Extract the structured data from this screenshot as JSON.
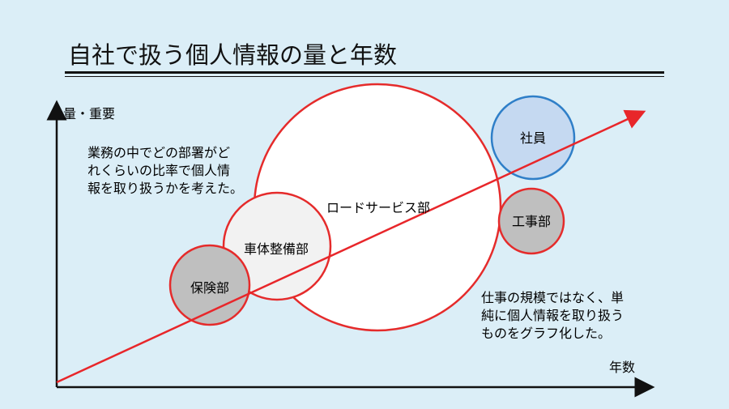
{
  "title": "自社で扱う個人情報の量と年数",
  "axes": {
    "y_label": "量・重要",
    "x_label": "年数"
  },
  "bubbles": [
    {
      "id": "road",
      "label": "ロードサービス部",
      "fill": "#ffffff",
      "stroke": "#e52b2b"
    },
    {
      "id": "shain",
      "label": "社員",
      "fill": "#c5d9f1",
      "stroke": "#2f7fc8"
    },
    {
      "id": "kouji",
      "label": "工事部",
      "fill": "#bfbfbf",
      "stroke": "#e52b2b"
    },
    {
      "id": "sharyo",
      "label": "車体整備部",
      "fill": "#f2f2f2",
      "stroke": "#e52b2b"
    },
    {
      "id": "hoken",
      "label": "保険部",
      "fill": "#bfbfbf",
      "stroke": "#e52b2b"
    }
  ],
  "notes": {
    "left": [
      "業務の中でどの部署がど",
      "れくらいの比率で個人情",
      "報を取り扱うかを考えた。"
    ],
    "right": [
      "仕事の規模ではなく、単",
      "純に個人情報を取り扱う",
      "ものをグラフ化した。"
    ]
  },
  "colors": {
    "trend_arrow": "#e8262a",
    "axis": "#111111"
  }
}
